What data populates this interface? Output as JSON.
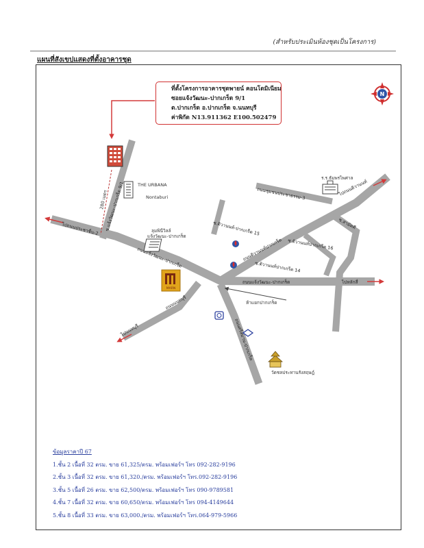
{
  "header": {
    "note": "(สำหรับประเมินห้องชุดเป็นโครงการ)",
    "title": "แผนที่สังเขปแสดงที่ตั้งอาคารชุด"
  },
  "callout": {
    "lines": [
      "ที่ตั้งโครงการอาคารชุดพายน์ คอนโดมิเนียม",
      "ซอยแจ้งวัฒนะ-ปากเกร็ด 9/1",
      "ต.ปากเกร็ด อ.ปากเกร็ด จ.นนทบุรี",
      "ค่าพิกัด N13.911362  E100.502479"
    ]
  },
  "compass": {
    "letter": "N"
  },
  "map_labels": {
    "urbana_1": "THE URBANA",
    "urbana_2": "Nontaburi",
    "distance": "280 เมตร",
    "soi_91": "ซ.แจ้งวัฒนะ-ปากเกร็ด 9/1",
    "pracha_chuen": "ไปถนนประชาชื่น-2",
    "chaeng_main": "ถนนแจ้งวัฒนะ-ปากเกร็ด",
    "chaeng_right": "ถนนแจ้งวัฒนะ-ปากเกร็ด",
    "lumpini_1": "ลุมพินีวิลล์",
    "lumpini_2": "แจ้งวัฒนะ-ปากเกร็ด",
    "chumchon": "ถนนชุมชนประชาธรรม-3",
    "hospital": "ร.ร.ธัมพรไพศาล",
    "tiwanon_top": "ไปถนนติวานนท์",
    "soi_samakkhi": "ซ.สามัคคี",
    "tiwanon_15": "ซ.ติวานนท์-ปากเกร็ด 15",
    "tiwanon_road": "ถนนติวานนท์ปากเกร็ด",
    "tiwanon_16": "ซ.ติวานนท์ปากเกร็ด 16",
    "tiwanon_14": "ซ.ติวานนท์ปากเกร็ด 14",
    "lak_si": "ไปหลักสี่",
    "intersection": "ห้าแยกปากเกร็ด",
    "nonthaburi_road": "ถนนนนทบุรี",
    "to_nonthaburi": "ไปนนทบุรี",
    "si_pak_kret": "ถนนศรีสมาน-ปากเกร็ด",
    "temple": "วัดชลประทานรังสฤษฎ์",
    "project_logo": "MARN"
  },
  "prices": {
    "heading": "ข้อมูลราคาปี 67",
    "lines": [
      "1.ชั้น 2 เนื้อที่ 32 ตรม. ขาย 61,325/ตรม. พร้อมเฟอร์ฯ โทร 092-282-9196",
      "2.ชั้น 3 เนื้อที่ 32 ตรม. ขาย 61,320./ตรม. พร้อมเฟอร์ฯ โทร.092-282-9196",
      "3.ชั้น 5 เนื้อที่ 26 ตรม. ขาย 62,500/ตรม. พร้อมเฟอร์ฯ โทร 090-9789581",
      "4.ชั้น 7 เนื้อที่ 32 ตรม. ขาย 60,650/ตรม. พร้อมเฟอร์ฯ โทร 094-4149644",
      "5.ชั้น 8 เนื้อที่ 33 ตรม. ขาย 63,000./ตรม. พร้อมเฟอร์ฯ โทร.064-979-5966"
    ]
  },
  "colors": {
    "road": "#a6a6a6",
    "arrow": "#d33a3a",
    "callout_border": "#d03030",
    "price_text": "#2a3f9e",
    "logo_gold": "#e1a41b"
  }
}
